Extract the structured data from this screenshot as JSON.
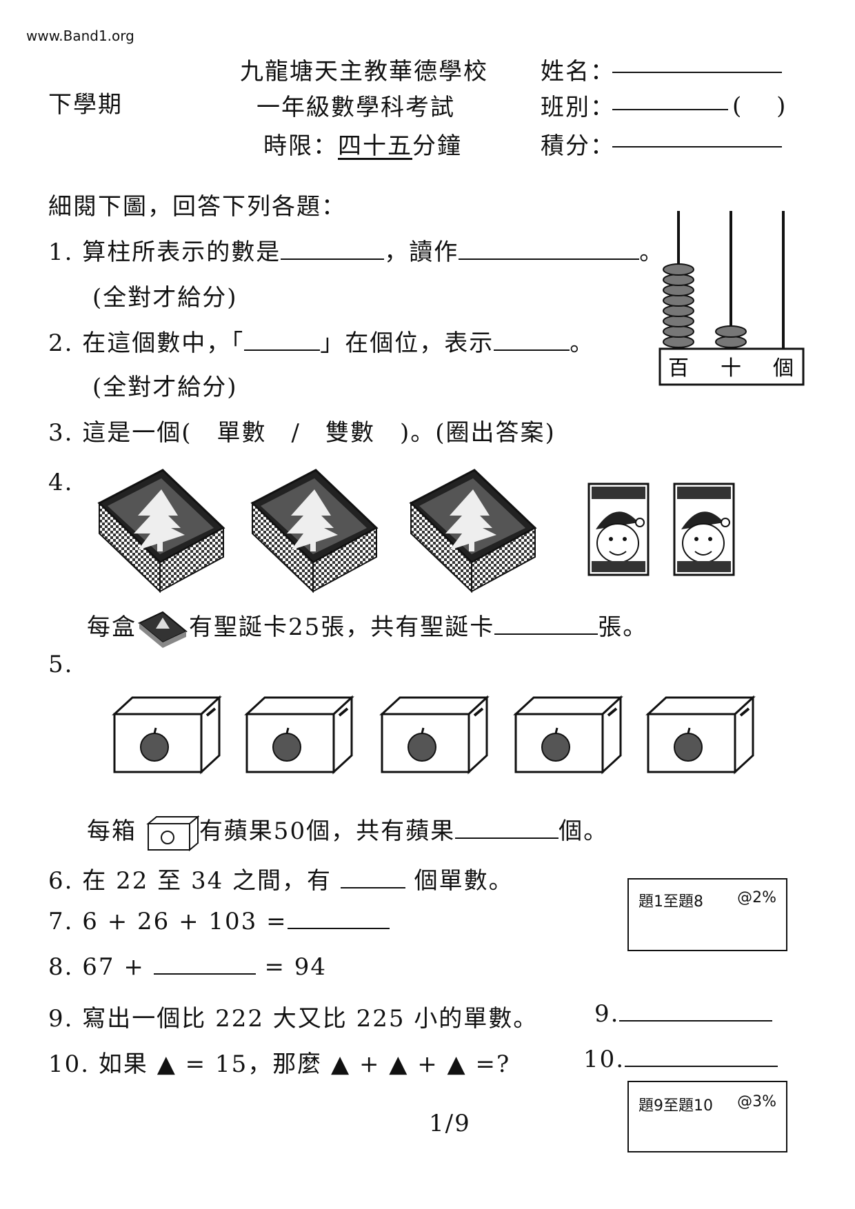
{
  "watermark": "www.Band1.org",
  "header": {
    "school": "九龍塘天主教華德學校",
    "term": "下學期",
    "exam": "一年級數學科考試",
    "time_prefix": "時限：",
    "time_value": "四十五",
    "time_suffix": "分鐘",
    "name_label": "姓名：",
    "class_label": "班別：",
    "class_paren": "(　 )",
    "score_label": "積分："
  },
  "intro": "細閱下圖，回答下列各題：",
  "abacus": {
    "labels": [
      "百",
      "十",
      "個"
    ],
    "beads": [
      8,
      2,
      0
    ],
    "bead_color": "#777777"
  },
  "questions": {
    "q1_num": "1.",
    "q1_a": "算柱所表示的數是",
    "q1_b": "，讀作",
    "q1_end": "。",
    "q1_note": "(全對才給分)",
    "q2_num": "2.",
    "q2_a": "在這個數中，「",
    "q2_b": "」在個位，表示",
    "q2_end": "。",
    "q2_note": "(全對才給分)",
    "q3_num": "3.",
    "q3_text": "這是一個(　單數　/　雙數　)。(圈出答案)",
    "q4_num": "4.",
    "q4_a": "每盒",
    "q4_b": "有聖誕卡25張，共有聖誕卡",
    "q4_end": "張。",
    "q5_num": "5.",
    "q5_a": "每箱",
    "q5_b": "有蘋果50個，共有蘋果",
    "q5_end": "個。",
    "q6_num": "6.",
    "q6_a": "在 22 至 34 之間，有",
    "q6_end": "個單數。",
    "q7_num": "7.",
    "q7_text": "6 + 26 + 103 =",
    "q8_num": "8.",
    "q8_a": "67 +",
    "q8_b": "= 94",
    "q9_num": "9.",
    "q9_text": "寫出一個比 222 大又比 225 小的單數。",
    "q9_ans": "9.",
    "q10_num": "10.",
    "q10_text": "如果 ▲ = 15，那麼 ▲ + ▲ + ▲ =?",
    "q10_ans": "10."
  },
  "score_boxes": [
    {
      "label": "題1至題8",
      "marks": "@2%"
    },
    {
      "label": "題9至題10",
      "marks": "@3%"
    }
  ],
  "page_number": "1/9"
}
